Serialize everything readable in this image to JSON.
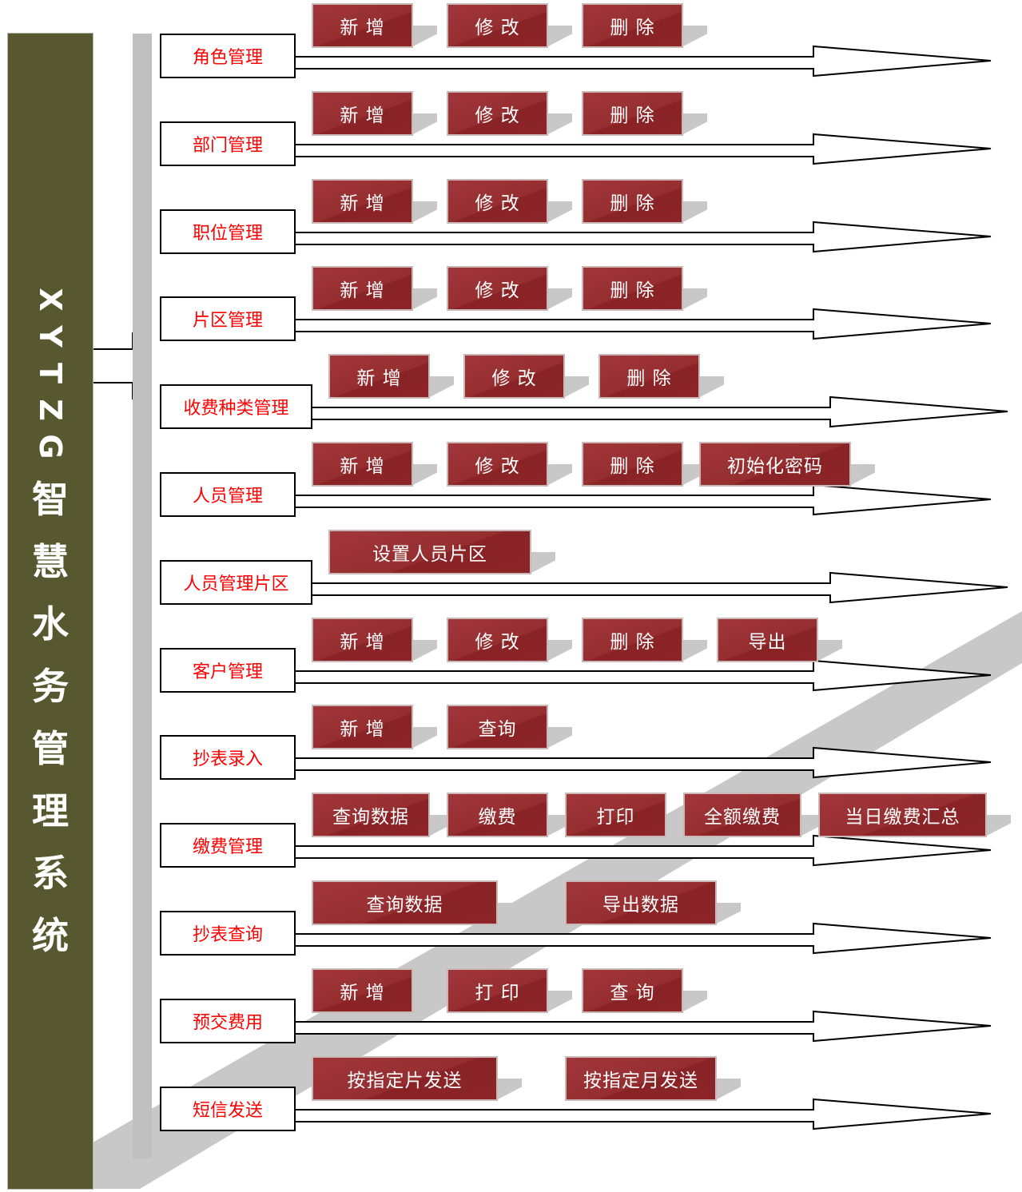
{
  "title": {
    "latin": [
      "X",
      "Y",
      "T",
      "Z",
      "G"
    ],
    "cjk": [
      "智",
      "慧",
      "水",
      "务",
      "管",
      "理",
      "系",
      "统"
    ]
  },
  "colors": {
    "title_bar": "#585830",
    "button": "#962e30",
    "module_text": "#ff0000",
    "spine": "#c0c0c0"
  },
  "modules": [
    {
      "label": "角色管理",
      "actions": [
        "新 增",
        "修 改",
        "删 除"
      ]
    },
    {
      "label": "部门管理",
      "actions": [
        "新 增",
        "修 改",
        "删 除"
      ]
    },
    {
      "label": "职位管理",
      "actions": [
        "新 增",
        "修 改",
        "删 除"
      ]
    },
    {
      "label": "片区管理",
      "actions": [
        "新 增",
        "修 改",
        "删 除"
      ]
    },
    {
      "label": "收费种类管理",
      "actions": [
        "新 增",
        "修 改",
        "删 除"
      ]
    },
    {
      "label": "人员管理",
      "actions": [
        "新 增",
        "修 改",
        "删 除",
        "初始化密码"
      ]
    },
    {
      "label": "人员管理片区",
      "actions": [
        "设置人员片区"
      ]
    },
    {
      "label": "客户管理",
      "actions": [
        "新 增",
        "修 改",
        "删 除",
        "导出"
      ]
    },
    {
      "label": "抄表录入",
      "actions": [
        "新 增",
        "查询"
      ]
    },
    {
      "label": "缴费管理",
      "actions": [
        "查询数据",
        "缴费",
        "打印",
        "全额缴费",
        "当日缴费汇总"
      ]
    },
    {
      "label": "抄表查询",
      "actions": [
        "查询数据",
        "导出数据"
      ]
    },
    {
      "label": "预交费用",
      "actions": [
        "新 增",
        "打 印",
        "查 询"
      ]
    },
    {
      "label": "短信发送",
      "actions": [
        "按指定片发送",
        "按指定月发送"
      ]
    }
  ]
}
